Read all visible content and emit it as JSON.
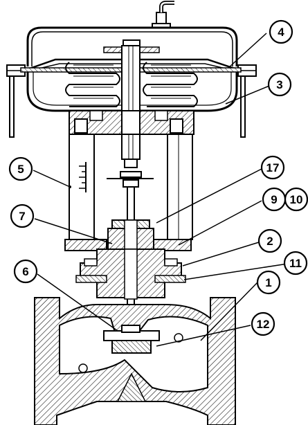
{
  "diagram": {
    "callouts": [
      {
        "id": "4",
        "text": "4"
      },
      {
        "id": "3",
        "text": "3"
      },
      {
        "id": "17",
        "text": "17"
      },
      {
        "id": "5",
        "text": "5"
      },
      {
        "id": "9",
        "text": "9"
      },
      {
        "id": "10",
        "text": "10"
      },
      {
        "id": "7",
        "text": "7"
      },
      {
        "id": "2",
        "text": "2"
      },
      {
        "id": "11",
        "text": "11"
      },
      {
        "id": "6",
        "text": "6"
      },
      {
        "id": "1",
        "text": "1"
      },
      {
        "id": "12",
        "text": "12"
      }
    ]
  }
}
